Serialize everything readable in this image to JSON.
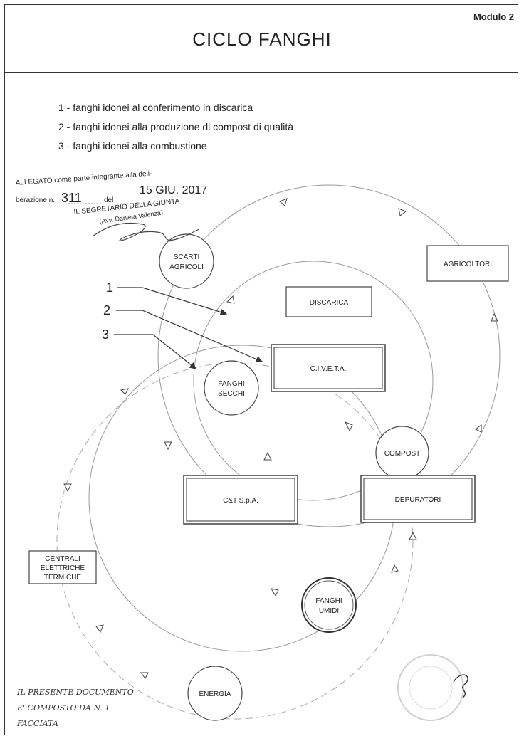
{
  "header": {
    "title": "CICLO FANGHI",
    "module": "Modulo 2"
  },
  "legend": [
    "1 - fanghi idonei al conferimento in discarica",
    "2 - fanghi idonei alla produzione di compost di qualità",
    "3 - fanghi idonei alla combustione"
  ],
  "stamp": {
    "line1": "ALLEGATO come parte integrante alla deli-",
    "line2_prefix": "berazione n.",
    "number": "311",
    "del": "del",
    "date": "15 GIU. 2017",
    "secretary": "IL SEGRETARIO DELLA GIUNTA",
    "name": "(Avv. Daniela Valenza)"
  },
  "nodes": {
    "scarti": [
      "SCARTI",
      "AGRICOLI"
    ],
    "agricoltori": "AGRICOLTORI",
    "discarica": "DISCARICA",
    "civeta": "C.I.V.E.T.A.",
    "fanghi_secchi": [
      "FANGHI",
      "SECCHI"
    ],
    "compost": "COMPOST",
    "cst": "C&T S.p.A.",
    "depuratori": "DEPURATORI",
    "fanghi_umidi": [
      "FANGHI",
      "UMIDI"
    ],
    "centrali": [
      "CENTRALI",
      "ELETTRICHE",
      "TERMICHE"
    ],
    "energia": "ENERGIA"
  },
  "pointers": [
    "1",
    "2",
    "3"
  ],
  "note": [
    "IL PRESENTE DOCUMENTO",
    "E' COMPOSTO DA N. 1",
    "FACCIATA"
  ]
}
